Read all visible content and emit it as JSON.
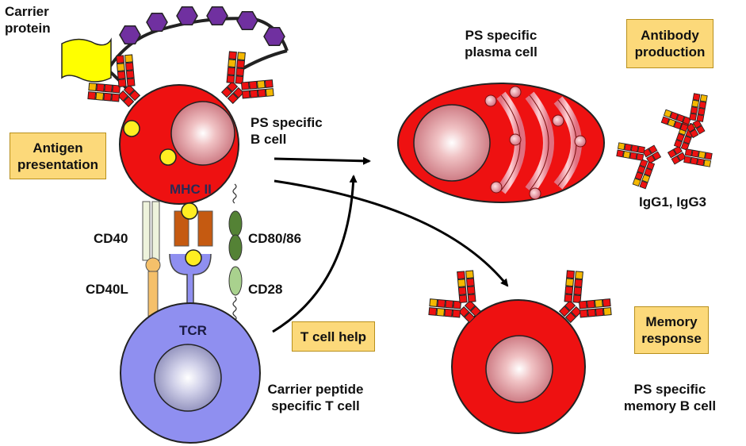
{
  "labels": {
    "carrier_protein": "Carrier\nprotein",
    "ps_b_cell": "PS specific\nB cell",
    "mhc_ii": "MHC II",
    "cd40": "CD40",
    "cd40l": "CD40L",
    "cd80_86": "CD80/86",
    "cd28": "CD28",
    "tcr": "TCR",
    "t_cell": "Carrier peptide\nspecific T cell",
    "plasma_cell": "PS specific\nplasma cell",
    "igg": "IgG1, IgG3",
    "memory_b_cell": "PS specific\nmemory B cell"
  },
  "boxes": {
    "antigen_presentation": "Antigen\npresentation",
    "t_cell_help": "T cell help",
    "antibody_production": "Antibody\nproduction",
    "memory_response": "Memory\nresponse"
  },
  "colors": {
    "cell_red": "#ee1111",
    "t_cell_blue": "#8f8ff0",
    "nucleus_pink": "#e79aa0",
    "antigen_yellow": "#ffee22",
    "polysaccharide_purple": "#7030a0",
    "receptor_orange": "#c55a11",
    "costim_green": "#548235",
    "label_box": "#fcd97a"
  }
}
